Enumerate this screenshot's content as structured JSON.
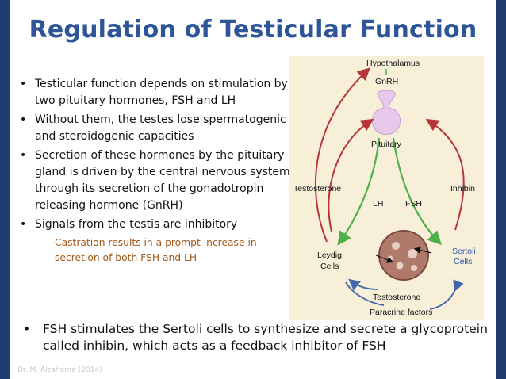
{
  "title": "Regulation  of  Testicular  Function",
  "bullets": [
    "Testicular function depends on stimulation by two pituitary hormones, FSH and LH",
    "Without them, the testes lose spermatogenic and steroidogenic capacities",
    "Secretion of these hormones by the pituitary gland is driven by the central nervous system through its secretion of the gonadotropin releasing hormone (GnRH)",
    "Signals from the testis are inhibitory"
  ],
  "sub_bullet": "Castration results in a prompt increase in secretion of both FSH and LH",
  "diagram": {
    "hypothalamus": "Hypothalamus",
    "gnrh": "GnRH",
    "pituitary": "Pituitary",
    "testosterone_left": "Testosterone",
    "inhibin": "Inhibin",
    "lh": "LH",
    "fsh": "FSH",
    "leydig_line1": "Leydig",
    "leydig_line2": "Cells",
    "sertoli_line1": "Sertoli",
    "sertoli_line2": "Cells",
    "testosterone_bottom": "Testosterone",
    "paracrine": "Paracrine factors"
  },
  "bottom_bullet": "FSH stimulates the Sertoli cells to synthesize and secrete a glycoprotein called inhibin, which acts as a feedback inhibitor of FSH",
  "footer": "Dr. M. Alzaharna (2014)",
  "colors": {
    "title": "#2e5597",
    "accent_bar": "#1f3b70",
    "sub_text": "#a25a1a",
    "arrow_red": "#b5373a",
    "arrow_green": "#4fb04a",
    "arrow_blue": "#4466aa",
    "sertoli": "#2f55b0"
  }
}
